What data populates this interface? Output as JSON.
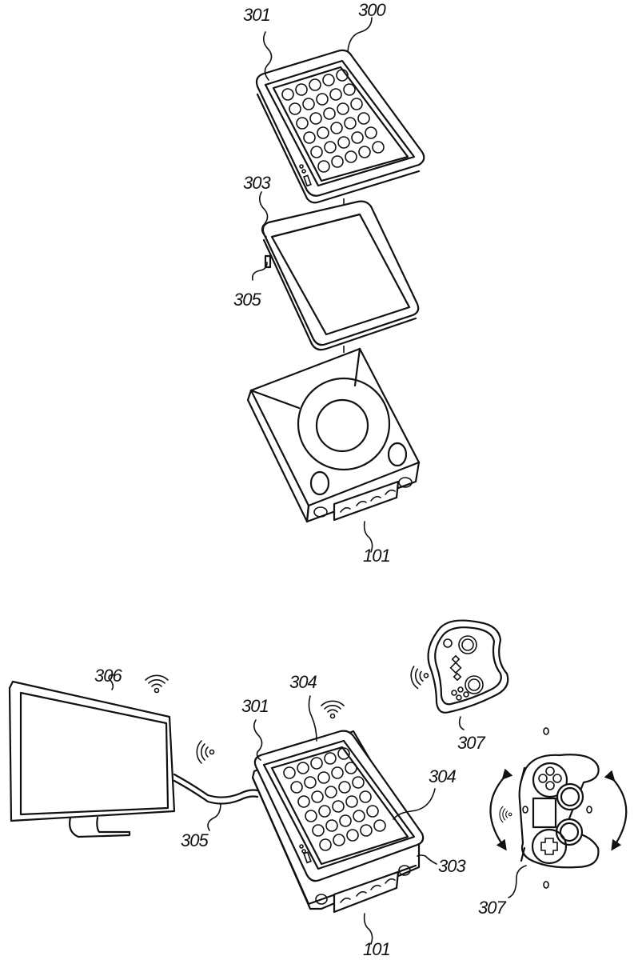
{
  "figure": {
    "upper_view": {
      "labels": {
        "controller_pad": "300",
        "top_surface": "301",
        "adapter_frame": "303",
        "connector": "305",
        "console": "101"
      }
    },
    "lower_view": {
      "labels": {
        "monitor": "306",
        "top_surface": "301",
        "button_a": "304",
        "button_b": "304",
        "cable": "305",
        "adapter_frame": "303",
        "console": "101",
        "handheld_controller": "307",
        "gamepad_controller": "307"
      },
      "wireless_indicators": [
        "monitor-signal",
        "pad-signal",
        "cable-signal",
        "handheld-signal",
        "gamepad-signal"
      ]
    },
    "button_grid": {
      "rows": 6,
      "columns": 5
    },
    "colors": {
      "line": "#111111",
      "background": "#ffffff"
    }
  }
}
